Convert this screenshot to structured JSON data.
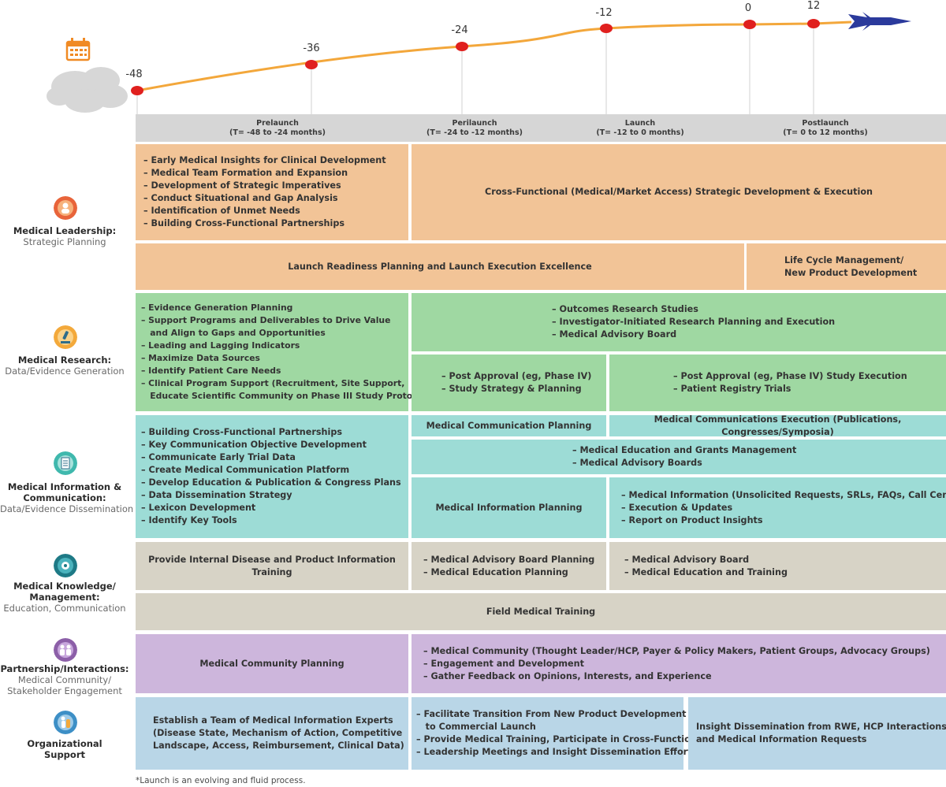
{
  "timeline": {
    "markers": [
      "-48",
      "-36",
      "-24",
      "-12",
      "0",
      "12"
    ]
  },
  "phases": [
    {
      "name": "Prelaunch",
      "range": "(T= -48 to -24 months)"
    },
    {
      "name": "Perilaunch",
      "range": "(T= -24 to -12 months)"
    },
    {
      "name": "Launch",
      "range": "(T= -12 to 0 months)"
    },
    {
      "name": "Postlaunch",
      "range": "(T= 0 to 12 months)"
    }
  ],
  "rows": [
    {
      "title": "Medical Leadership:",
      "subtitle": "Strategic Planning"
    },
    {
      "title": "Medical Research:",
      "subtitle": "Data/Evidence Generation"
    },
    {
      "title": "Medical Information &\nCommunication:",
      "subtitle": "Data/Evidence Dissemination"
    },
    {
      "title": "Medical Knowledge/\nManagement:",
      "subtitle": "Education, Communication"
    },
    {
      "title": "Partnership/Interactions:",
      "subtitle": "Medical Community/\nStakeholder Engagement"
    },
    {
      "title": "Organizational\nSupport",
      "subtitle": ""
    }
  ],
  "cells": {
    "leadership_pre": [
      "– Early Medical Insights for Clinical Development",
      "– Medical Team Formation and Expansion",
      "– Development of Strategic Imperatives",
      "– Conduct Situational and Gap Analysis",
      "– Identification of Unmet Needs",
      "– Building Cross-Functional Partnerships"
    ],
    "leadership_cross": "Cross-Functional (Medical/Market Access) Strategic Development & Execution",
    "leadership_launch": "Launch Readiness Planning and Launch Execution Excellence",
    "leadership_lifecycle": [
      "Life Cycle Management/",
      "New Product Development"
    ],
    "research_pre": [
      "– Evidence Generation Planning",
      "– Support Programs and Deliverables to Drive Value",
      "   and Align to Gaps and Opportunities",
      "– Leading and Lagging Indicators",
      "– Maximize Data Sources",
      "– Identify Patient Care Needs",
      "– Clinical Program Support (Recruitment, Site Support,",
      "   Educate Scientific Community on Phase III Study Protocol)"
    ],
    "research_outcomes": [
      "– Outcomes Research Studies",
      "– Investigator-Initiated Research Planning and Execution",
      "– Medical Advisory Board"
    ],
    "research_post_planning": [
      "– Post Approval (eg, Phase IV)",
      "– Study Strategy & Planning"
    ],
    "research_post_execution": [
      "– Post Approval (eg, Phase IV) Study Execution",
      "– Patient Registry Trials"
    ],
    "info_pre": [
      "– Building Cross-Functional Partnerships",
      "– Key Communication Objective Development",
      "– Communicate Early Trial Data",
      "– Create Medical Communication Platform",
      "– Develop Education & Publication & Congress Plans",
      "– Data Dissemination Strategy",
      "– Lexicon Development",
      "– Identify Key Tools"
    ],
    "info_comm_planning": "Medical Communication Planning",
    "info_comm_execution": "Medical Communications Execution (Publications, Congresses/Symposia)",
    "info_education": [
      "– Medical Education and Grants Management",
      "– Medical Advisory Boards"
    ],
    "info_info_planning": "Medical Information Planning",
    "info_info_execution": [
      "– Medical Information (Unsolicited Requests, SRLs, FAQs, Call Center)",
      "– Execution & Updates",
      "– Report on Product Insights"
    ],
    "knowledge_pre": "Provide Internal Disease and Product Information Training",
    "knowledge_peri": [
      "– Medical Advisory Board Planning",
      "– Medical Education Planning"
    ],
    "knowledge_post": [
      "– Medical Advisory Board",
      "– Medical Education and Training"
    ],
    "knowledge_field": "Field Medical Training",
    "partnership_pre": "Medical Community Planning",
    "partnership_post": [
      "– Medical Community (Thought Leader/HCP, Payer & Policy Makers, Patient Groups, Advocacy Groups)",
      "– Engagement and Development",
      "– Gather Feedback on Opinions, Interests, and Experience"
    ],
    "org_pre": [
      "Establish a Team of Medical Information Experts",
      "(Disease State, Mechanism of Action, Competitive",
      "Landscape, Access, Reimbursement, Clinical Data)"
    ],
    "org_peri": [
      "– Facilitate Transition From New Product Development",
      "   to Commercial Launch",
      "– Provide Medical Training, Participate in Cross-Functional",
      "– Leadership Meetings and Insight Dissemination Efforts"
    ],
    "org_post": [
      "Insight Dissemination from RWE, HCP Interactions,",
      "and Medical Information Requests"
    ]
  },
  "footnote": "*Launch is an evolving and fluid process.",
  "colors": {
    "orange": "#f2c497",
    "green": "#9fd8a2",
    "teal": "#9ddcd6",
    "gray": "#d7d3c6",
    "purple": "#cdb6dc",
    "blue": "#b9d6e7",
    "timeline_line": "#f3a73b",
    "marker": "#e0201e",
    "rocket": "#2b3a9c"
  },
  "icons": [
    "calendar-icon",
    "cloud-icon",
    "leadership-icon",
    "microscope-icon",
    "document-icon",
    "knowledge-icon",
    "people-icon",
    "support-icon",
    "rocket-icon"
  ]
}
